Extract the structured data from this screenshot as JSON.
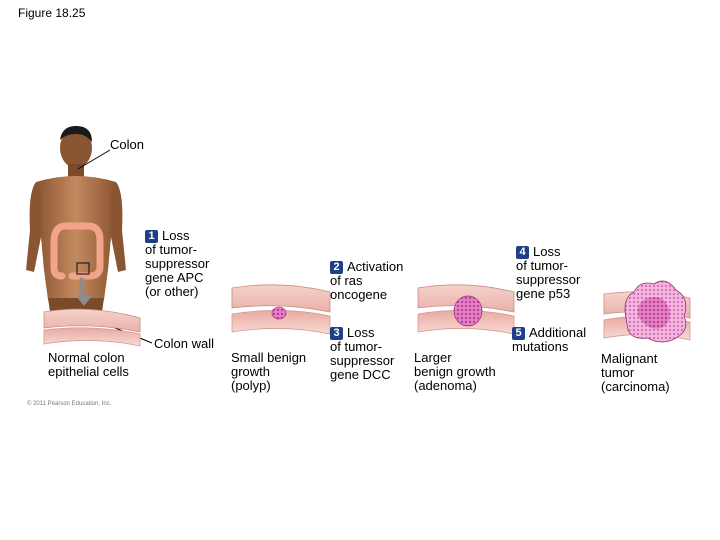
{
  "figure_title": "Figure 18.25",
  "copyright": "© 2011 Pearson Education, Inc.",
  "labels": {
    "colon": "Colon",
    "colon_wall": "Colon wall",
    "normal_cells": [
      "Normal colon",
      "epithelial cells"
    ],
    "small_growth": [
      "Small benign",
      "growth",
      "(polyp)"
    ],
    "larger_growth": [
      "Larger",
      "benign growth",
      "(adenoma)"
    ],
    "malignant": [
      "Malignant",
      "tumor",
      "(carcinoma)"
    ]
  },
  "steps": [
    {
      "number": "1",
      "lines": [
        "Loss",
        "of tumor-",
        "suppressor",
        "gene APC",
        "(or other)"
      ]
    },
    {
      "number": "2",
      "lines": [
        "Activation",
        "of ras",
        "oncogene"
      ]
    },
    {
      "number": "3",
      "lines": [
        "Loss",
        "of tumor-",
        "suppressor",
        "gene DCC"
      ]
    },
    {
      "number": "4",
      "lines": [
        "Loss",
        "of tumor-",
        "suppressor",
        "gene p53"
      ]
    },
    {
      "number": "5",
      "lines": [
        "Additional",
        "mutations"
      ]
    }
  ]
}
